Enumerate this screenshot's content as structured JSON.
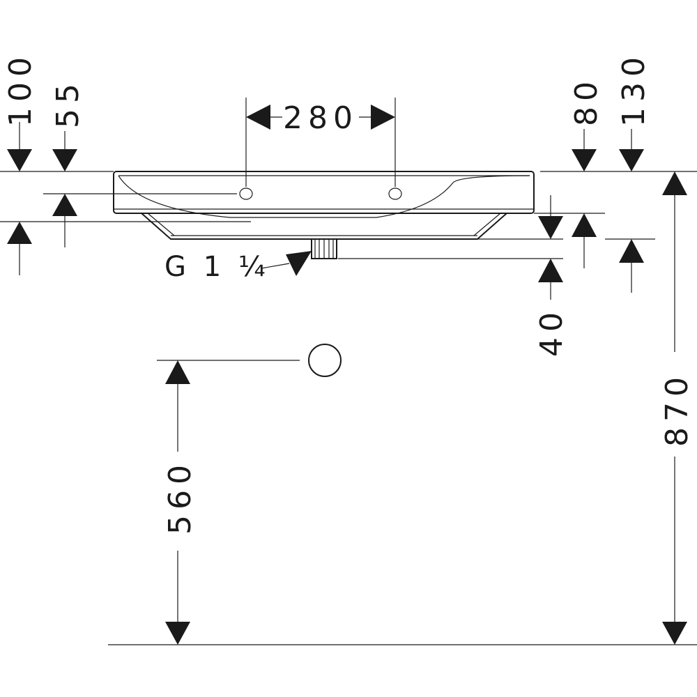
{
  "dimensions": {
    "d100": "100",
    "d55": "55",
    "d280": "280",
    "d80": "80",
    "d130": "130",
    "d40": "40",
    "d870": "870",
    "d560": "560"
  },
  "drain_thread": "G 1 ¼"
}
